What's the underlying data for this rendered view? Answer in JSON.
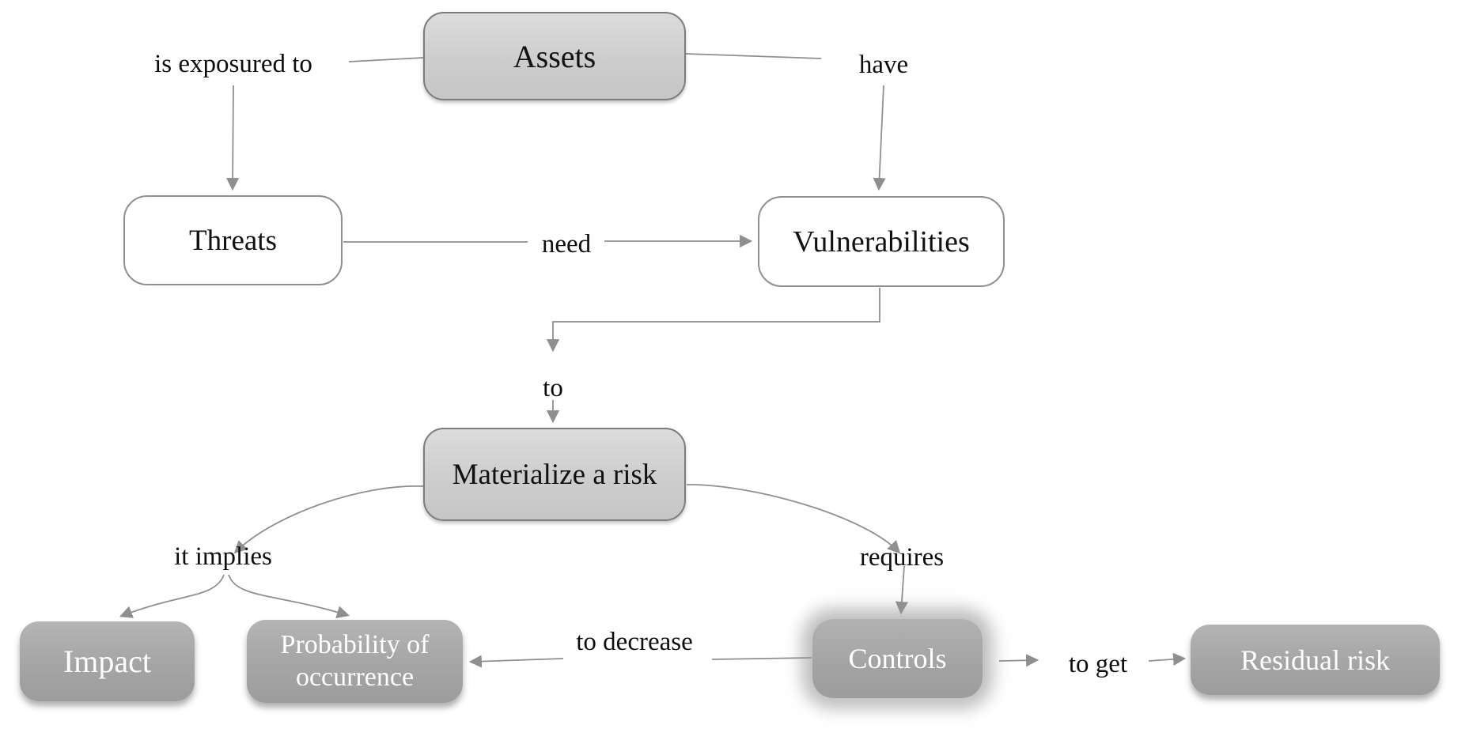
{
  "canvas": {
    "background": "#ffffff"
  },
  "colors": {
    "box_light_fill": "#cfcfcf",
    "box_light_border": "#7c7c7c",
    "box_white_fill": "#ffffff",
    "box_white_border": "#8f8f8f",
    "box_dark_fill": "#a9a9a9",
    "connector": "#8f8f8f",
    "text_dark": "#0d0d0d",
    "text_light": "#ffffff"
  },
  "nodes": {
    "assets": {
      "label": "Assets"
    },
    "threats": {
      "label": "Threats"
    },
    "vulnerabilities": {
      "label": "Vulnerabilities"
    },
    "materialize_risk": {
      "label": "Materialize a risk"
    },
    "impact": {
      "label": "Impact"
    },
    "probability": {
      "label": "Probability of occurrence"
    },
    "controls": {
      "label": "Controls"
    },
    "residual_risk": {
      "label": "Residual risk"
    }
  },
  "edge_labels": {
    "is_exposured_to": "is exposured to",
    "have": "have",
    "need": "need",
    "to": "to",
    "it_implies": "it implies",
    "requires": "requires",
    "to_decrease": "to decrease",
    "to_get": "to get"
  }
}
